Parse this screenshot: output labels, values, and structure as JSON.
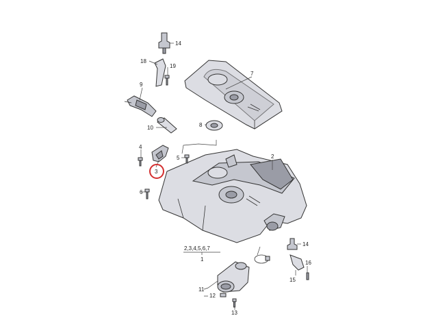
{
  "callouts": {
    "c14_top": "14",
    "c18": "18",
    "c19": "19",
    "c7": "7",
    "c9": "9",
    "c8": "8",
    "c10": "10",
    "c4": "4",
    "c5": "5",
    "c2": "2",
    "c3": "3",
    "c6": "6",
    "c_group": "2,3,4,5,6,7",
    "c1": "1",
    "c14_bottom": "14",
    "c16": "16",
    "c15": "15",
    "c11": "11",
    "c12": "12",
    "c13": "13"
  },
  "highlight": {
    "part": "3",
    "color": "#d32f2f"
  }
}
